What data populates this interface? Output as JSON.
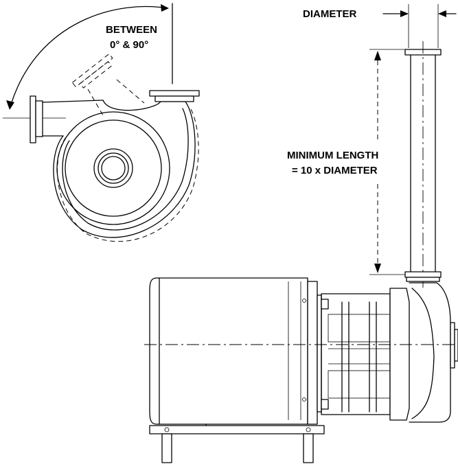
{
  "labels": {
    "angle_line1": "BETWEEN",
    "angle_line2": "0° & 90°",
    "diameter": "DIAMETER",
    "length_line1": "MINIMUM LENGTH",
    "length_line2": "= 10 x DIAMETER"
  }
}
